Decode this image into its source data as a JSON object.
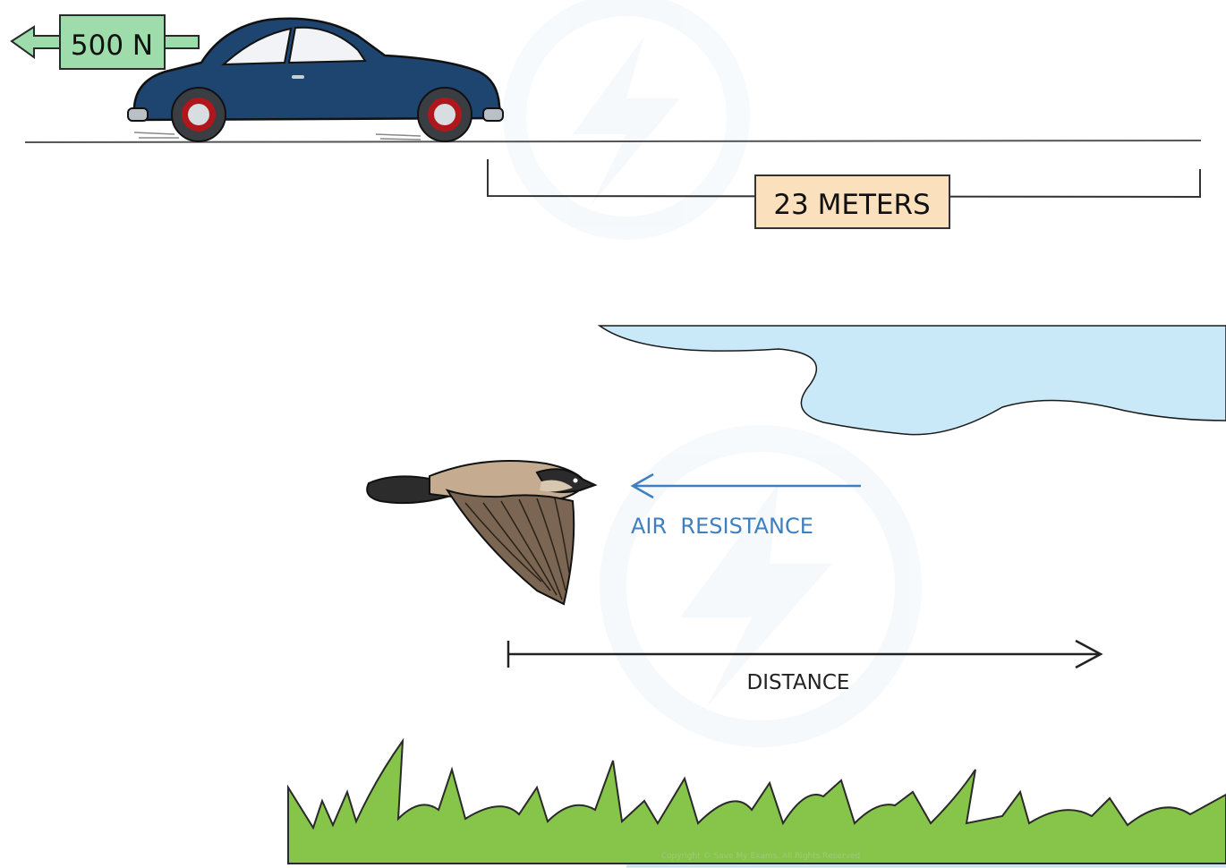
{
  "car_force": {
    "label": "500 N"
  },
  "distance_box": {
    "label": "23 METERS"
  },
  "air_resistance": {
    "label": "AIR  RESISTANCE"
  },
  "distance_arrow": {
    "label": "DISTANCE"
  },
  "copyright": {
    "text": "Copyright © Save My Exams. All Rights Reserved"
  },
  "colors": {
    "car_body": "#1e4470",
    "arrow_green": "#9fdcab",
    "distance_box_fill": "#fbe0bd",
    "sky": "#c9e9f8",
    "grass": "#86c44a",
    "air_blue": "#3f7fc0",
    "bird_brown": "#7a6652",
    "watermark": "#eef5fa"
  }
}
